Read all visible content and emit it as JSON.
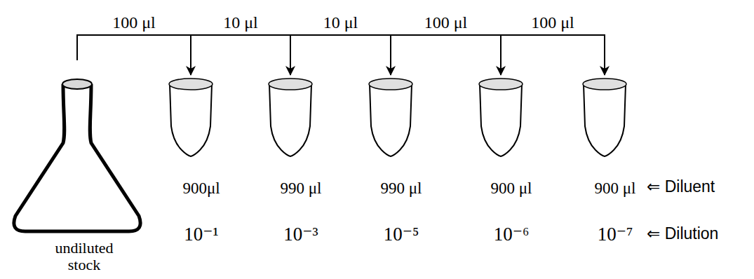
{
  "diagram": {
    "nodes": [
      {
        "text": [
          "undiluted stock"
        ]
      },
      {
        "text": [
          "900μl",
          "10⁻¹"
        ]
      },
      {
        "text": [
          "990 μl",
          "10⁻³"
        ]
      },
      {
        "text": [
          "990 μl",
          "10⁻⁵"
        ]
      },
      {
        "text": [
          "900 μl",
          "10⁻⁶"
        ]
      },
      {
        "text": [
          "900 μl",
          "10⁻⁷"
        ]
      }
    ],
    "edges": [
      {
        "from": 0,
        "to": 1,
        "label": "100 μl",
        "arrow": "to"
      },
      {
        "from": 1,
        "to": 2,
        "label": "10 μl",
        "arrow": "to"
      },
      {
        "from": 2,
        "to": 3,
        "label": "10 μl",
        "arrow": "to"
      },
      {
        "from": 3,
        "to": 4,
        "label": "100 μl",
        "arrow": "to"
      },
      {
        "from": 4,
        "to": 5,
        "label": "100 μl",
        "arrow": "to"
      }
    ],
    "labels": [
      "⇐ Diluent",
      "⇐ Dilution"
    ]
  }
}
